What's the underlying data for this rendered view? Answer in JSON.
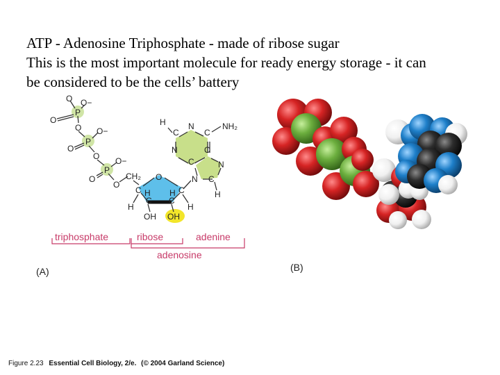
{
  "text": {
    "line1": "ATP - Adenosine Triphosphate - made of ribose sugar",
    "line2": "This is the most important molecule for ready energy storage - it can",
    "line3": "be considered to be the cells’ battery"
  },
  "panel_a": {
    "label": "(A)",
    "groups": {
      "triphosphate": "triphosphate",
      "ribose": "ribose",
      "adenine": "adenine",
      "adenosine": "adenosine"
    },
    "atoms": {
      "O": "O",
      "O_minus": "O−",
      "P": "P",
      "C": "C",
      "N": "N",
      "H": "H",
      "CH2": "CH₂",
      "NH2": "NH₂",
      "OH": "OH"
    },
    "colors": {
      "phosphate_highlight": "#d0e5a6",
      "ribose_fill": "#4db8e8",
      "adenine_fill": "#c8df8a",
      "hydroxyl_highlight": "#f2e52a",
      "label_pink": "#c73a68"
    }
  },
  "panel_b": {
    "label": "(B)",
    "colors": {
      "oxygen": "#d62424",
      "phosphorus": "#6cae3e",
      "carbon": "#2d2d2d",
      "nitrogen": "#1e7fc9",
      "hydrogen": "#f2f2f2"
    }
  },
  "caption": {
    "figure": "Figure 2.23",
    "source": "Essential Cell Biology, 2/e.",
    "copyright": "(© 2004 Garland Science)"
  }
}
